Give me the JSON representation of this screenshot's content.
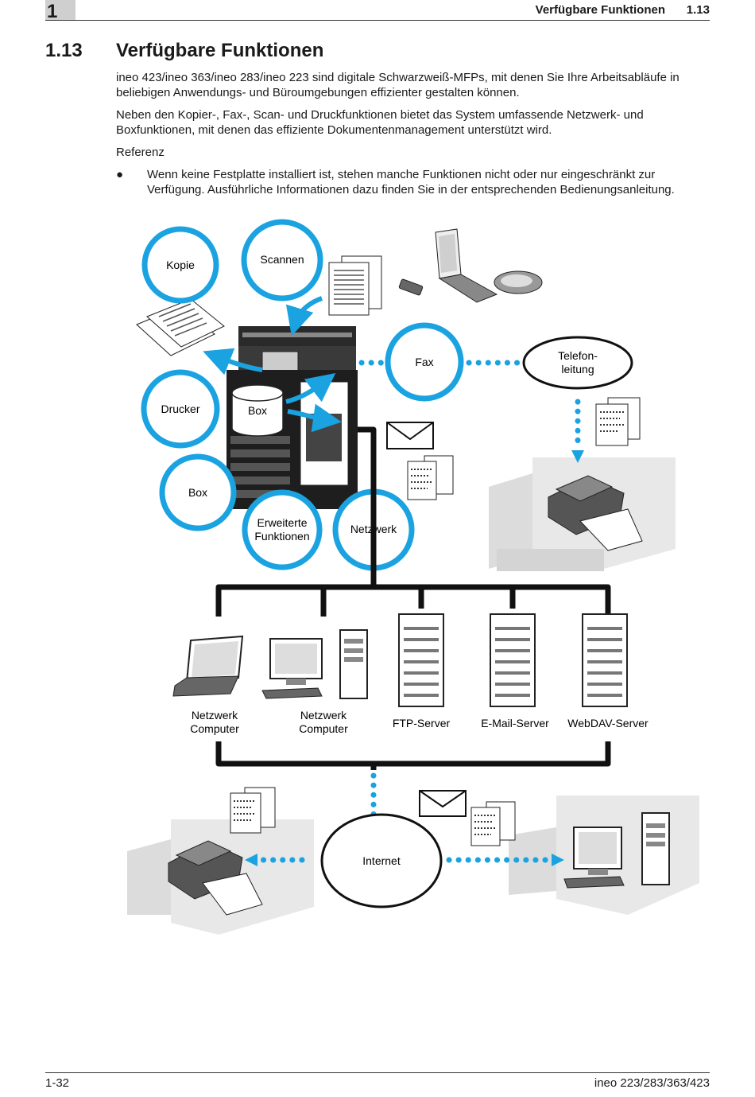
{
  "header": {
    "chapter": "1",
    "title": "Verfügbare Funktionen",
    "section": "1.13"
  },
  "section": {
    "number": "1.13",
    "title": "Verfügbare Funktionen"
  },
  "body": {
    "para1": "ineo 423/ineo 363/ineo 283/ineo 223 sind digitale Schwarzweiß-MFPs, mit denen Sie Ihre Arbeitsabläufe in beliebigen Anwendungs- und Büroumgebungen effizienter gestalten können.",
    "para2": "Neben den Kopier-, Fax-, Scan- und Druckfunktionen bietet das System umfassende Netzwerk- und Boxfunktionen, mit denen das effiziente Dokumentenmanagement unterstützt wird.",
    "reference_label": "Referenz",
    "bullet_symbol": "●",
    "bullet": "Wenn keine Festplatte installiert ist, stehen manche Funktionen nicht oder nur eingeschränkt zur Verfügung. Ausführliche Informationen dazu finden Sie in der entsprechenden Bedienungsanleitung."
  },
  "diagram": {
    "accent_color": "#1aa3e0",
    "functions": {
      "kopie": "Kopie",
      "scannen": "Scannen",
      "drucker": "Drucker",
      "box_hdd": "Box",
      "box": "Box",
      "erweiterte_1": "Erweiterte",
      "erweiterte_2": "Funktionen",
      "netzwerk": "Netzwerk",
      "fax": "Fax"
    },
    "telefon_1": "Telefon-",
    "telefon_2": "leitung",
    "devices": {
      "pc1_line1": "Netzwerk",
      "pc1_line2": "Computer",
      "pc2_line1": "Netzwerk",
      "pc2_line2": "Computer",
      "ftp": "FTP-Server",
      "email": "E-Mail-Server",
      "webdav": "WebDAV-Server"
    },
    "internet": "Internet"
  },
  "footer": {
    "page": "1-32",
    "product": "ineo 223/283/363/423"
  }
}
